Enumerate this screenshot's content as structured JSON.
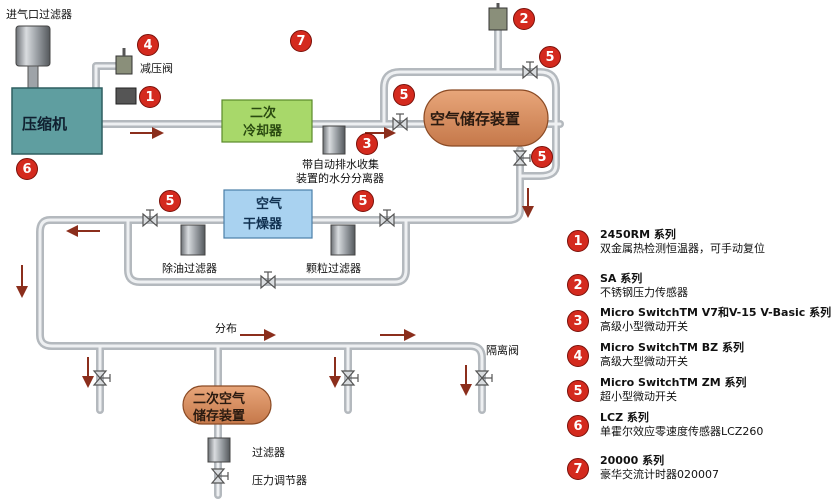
{
  "labels": {
    "intake_filter": "进气口过滤器",
    "compressor": "压缩机",
    "reducing_valve": "减压阀",
    "secondary_cooler_1": "二次",
    "secondary_cooler_2": "冷却器",
    "separator_1": "带自动排水收集",
    "separator_2": "装置的水分分离器",
    "air_tank": "空气储存装置",
    "dryer_1": "空气",
    "dryer_2": "干燥器",
    "oil_filter": "除油过滤器",
    "particle_filter": "颗粒过滤器",
    "distribution": "分布",
    "isolation_valve": "隔离阀",
    "secondary_tank_1": "二次空气",
    "secondary_tank_2": "储存装置",
    "filter": "过滤器",
    "pressure_regulator": "压力调节器"
  },
  "legend": [
    {
      "num": "1",
      "title": "2450RM 系列",
      "desc": "双金属热检测恒温器，可手动复位"
    },
    {
      "num": "2",
      "title": "SA 系列",
      "desc": "不锈钢压力传感器"
    },
    {
      "num": "3",
      "title": "Micro SwitchTM V7和V-15 V-Basic 系列",
      "desc": "高级小型微动开关"
    },
    {
      "num": "4",
      "title": "Micro SwitchTM BZ 系列",
      "desc": "高级大型微动开关"
    },
    {
      "num": "5",
      "title": "Micro SwitchTM ZM 系列",
      "desc": "超小型微动开关"
    },
    {
      "num": "6",
      "title": "LCZ 系列",
      "desc": "单霍尔效应零速度传感器LCZ260"
    },
    {
      "num": "7",
      "title": "20000 系列",
      "desc": "豪华交流计时器020007"
    }
  ],
  "diagram_badges": [
    "1",
    "2",
    "3",
    "4",
    "5",
    "5",
    "5",
    "5",
    "5",
    "6",
    "7"
  ],
  "colors": {
    "badge_red": "#d42a1e",
    "compressor_fill": "#5f9ea0",
    "cooler_fill": "#a8d86a",
    "dryer_fill": "#a9d2f0",
    "tank_fill": "#d4895a",
    "pipe": "#c8ccd0",
    "arrow": "#8b2e1c"
  }
}
